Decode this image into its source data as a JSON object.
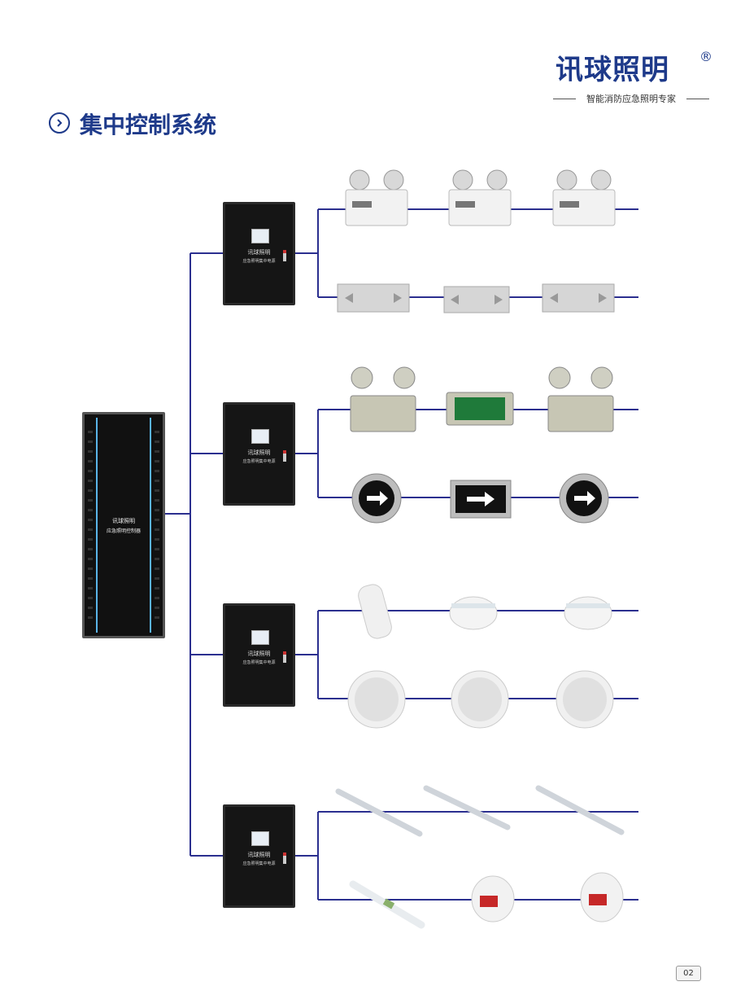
{
  "brand": {
    "logo_text": "讯球照明",
    "registered": "®",
    "tagline": "智能消防应急照明专家",
    "color": "#1e3a8a"
  },
  "section": {
    "title": "集中控制系统",
    "icon": "chevron-right-circle-icon"
  },
  "controller": {
    "logo": "讯球照明",
    "label": "应急照明控制器"
  },
  "power_units": [
    {
      "logo": "讯球照明",
      "label": "应急照明集中电源"
    },
    {
      "logo": "讯球照明",
      "label": "应急照明集中电源"
    },
    {
      "logo": "讯球照明",
      "label": "应急照明集中电源"
    },
    {
      "logo": "讯球照明",
      "label": "应急照明集中电源"
    }
  ],
  "wire_color": "#2b2f8f",
  "page_number": "02"
}
